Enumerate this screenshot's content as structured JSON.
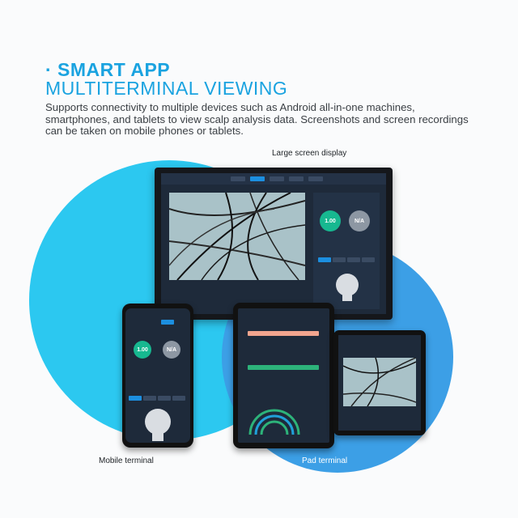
{
  "heading": {
    "line1": "· SMART APP",
    "line2": "MULTITERMINAL VIEWING"
  },
  "description": "Supports connectivity to multiple devices such as Android all-in-one machines, smartphones, and tablets to view scalp analysis data. Screenshots and screen recordings can be taken on mobile phones or tablets.",
  "captions": {
    "large": "Large screen display",
    "mobile": "Mobile terminal",
    "pad": "Pad terminal"
  },
  "large_screen": {
    "gauge_left": "1.00",
    "gauge_right": "N/A"
  },
  "mobile_screen": {
    "gauge_left": "1.00",
    "gauge_right": "N/A"
  },
  "colors": {
    "accent": "#1aa3e0",
    "circle_light": "#2cc8f0",
    "circle_dark": "#3c9fe6",
    "gauge_green": "#17b890",
    "gauge_gray": "#8d97a3"
  }
}
